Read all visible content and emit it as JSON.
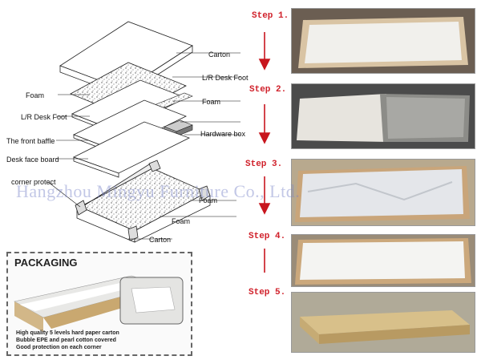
{
  "diagram": {
    "labels": {
      "carton_top": "Carton",
      "lr_desk_foot_right": "L/R Desk Foot",
      "foam_left": "Foam",
      "foam_right": "Foam",
      "lr_desk_foot_left": "L/R Desk Foot",
      "front_baffle": "The front baffle",
      "hardware_box": "Hardware box",
      "desk_face_board": "Desk face board",
      "corner_protect": "corner protect",
      "foam_bottom_right": "Foam",
      "foam_bottom": "Foam",
      "carton_bottom": "Carton"
    }
  },
  "steps": [
    {
      "label": "Step 1."
    },
    {
      "label": "Step 2."
    },
    {
      "label": "Step 3."
    },
    {
      "label": "Step 4."
    },
    {
      "label": "Step 5."
    }
  ],
  "watermark": "Hangzhou Mingyu Furniture Co., Ltd.",
  "packaging": {
    "title": "PACKAGING",
    "notes": [
      "High quality 5 levels hard paper carton",
      "Bubble EPE and pearl cotton covered",
      "Good protection on each corner"
    ]
  },
  "colors": {
    "step_text": "#d0202a",
    "arrow": "#c8161e",
    "watermark": "#7882c8",
    "carton": "#d9c08a"
  }
}
